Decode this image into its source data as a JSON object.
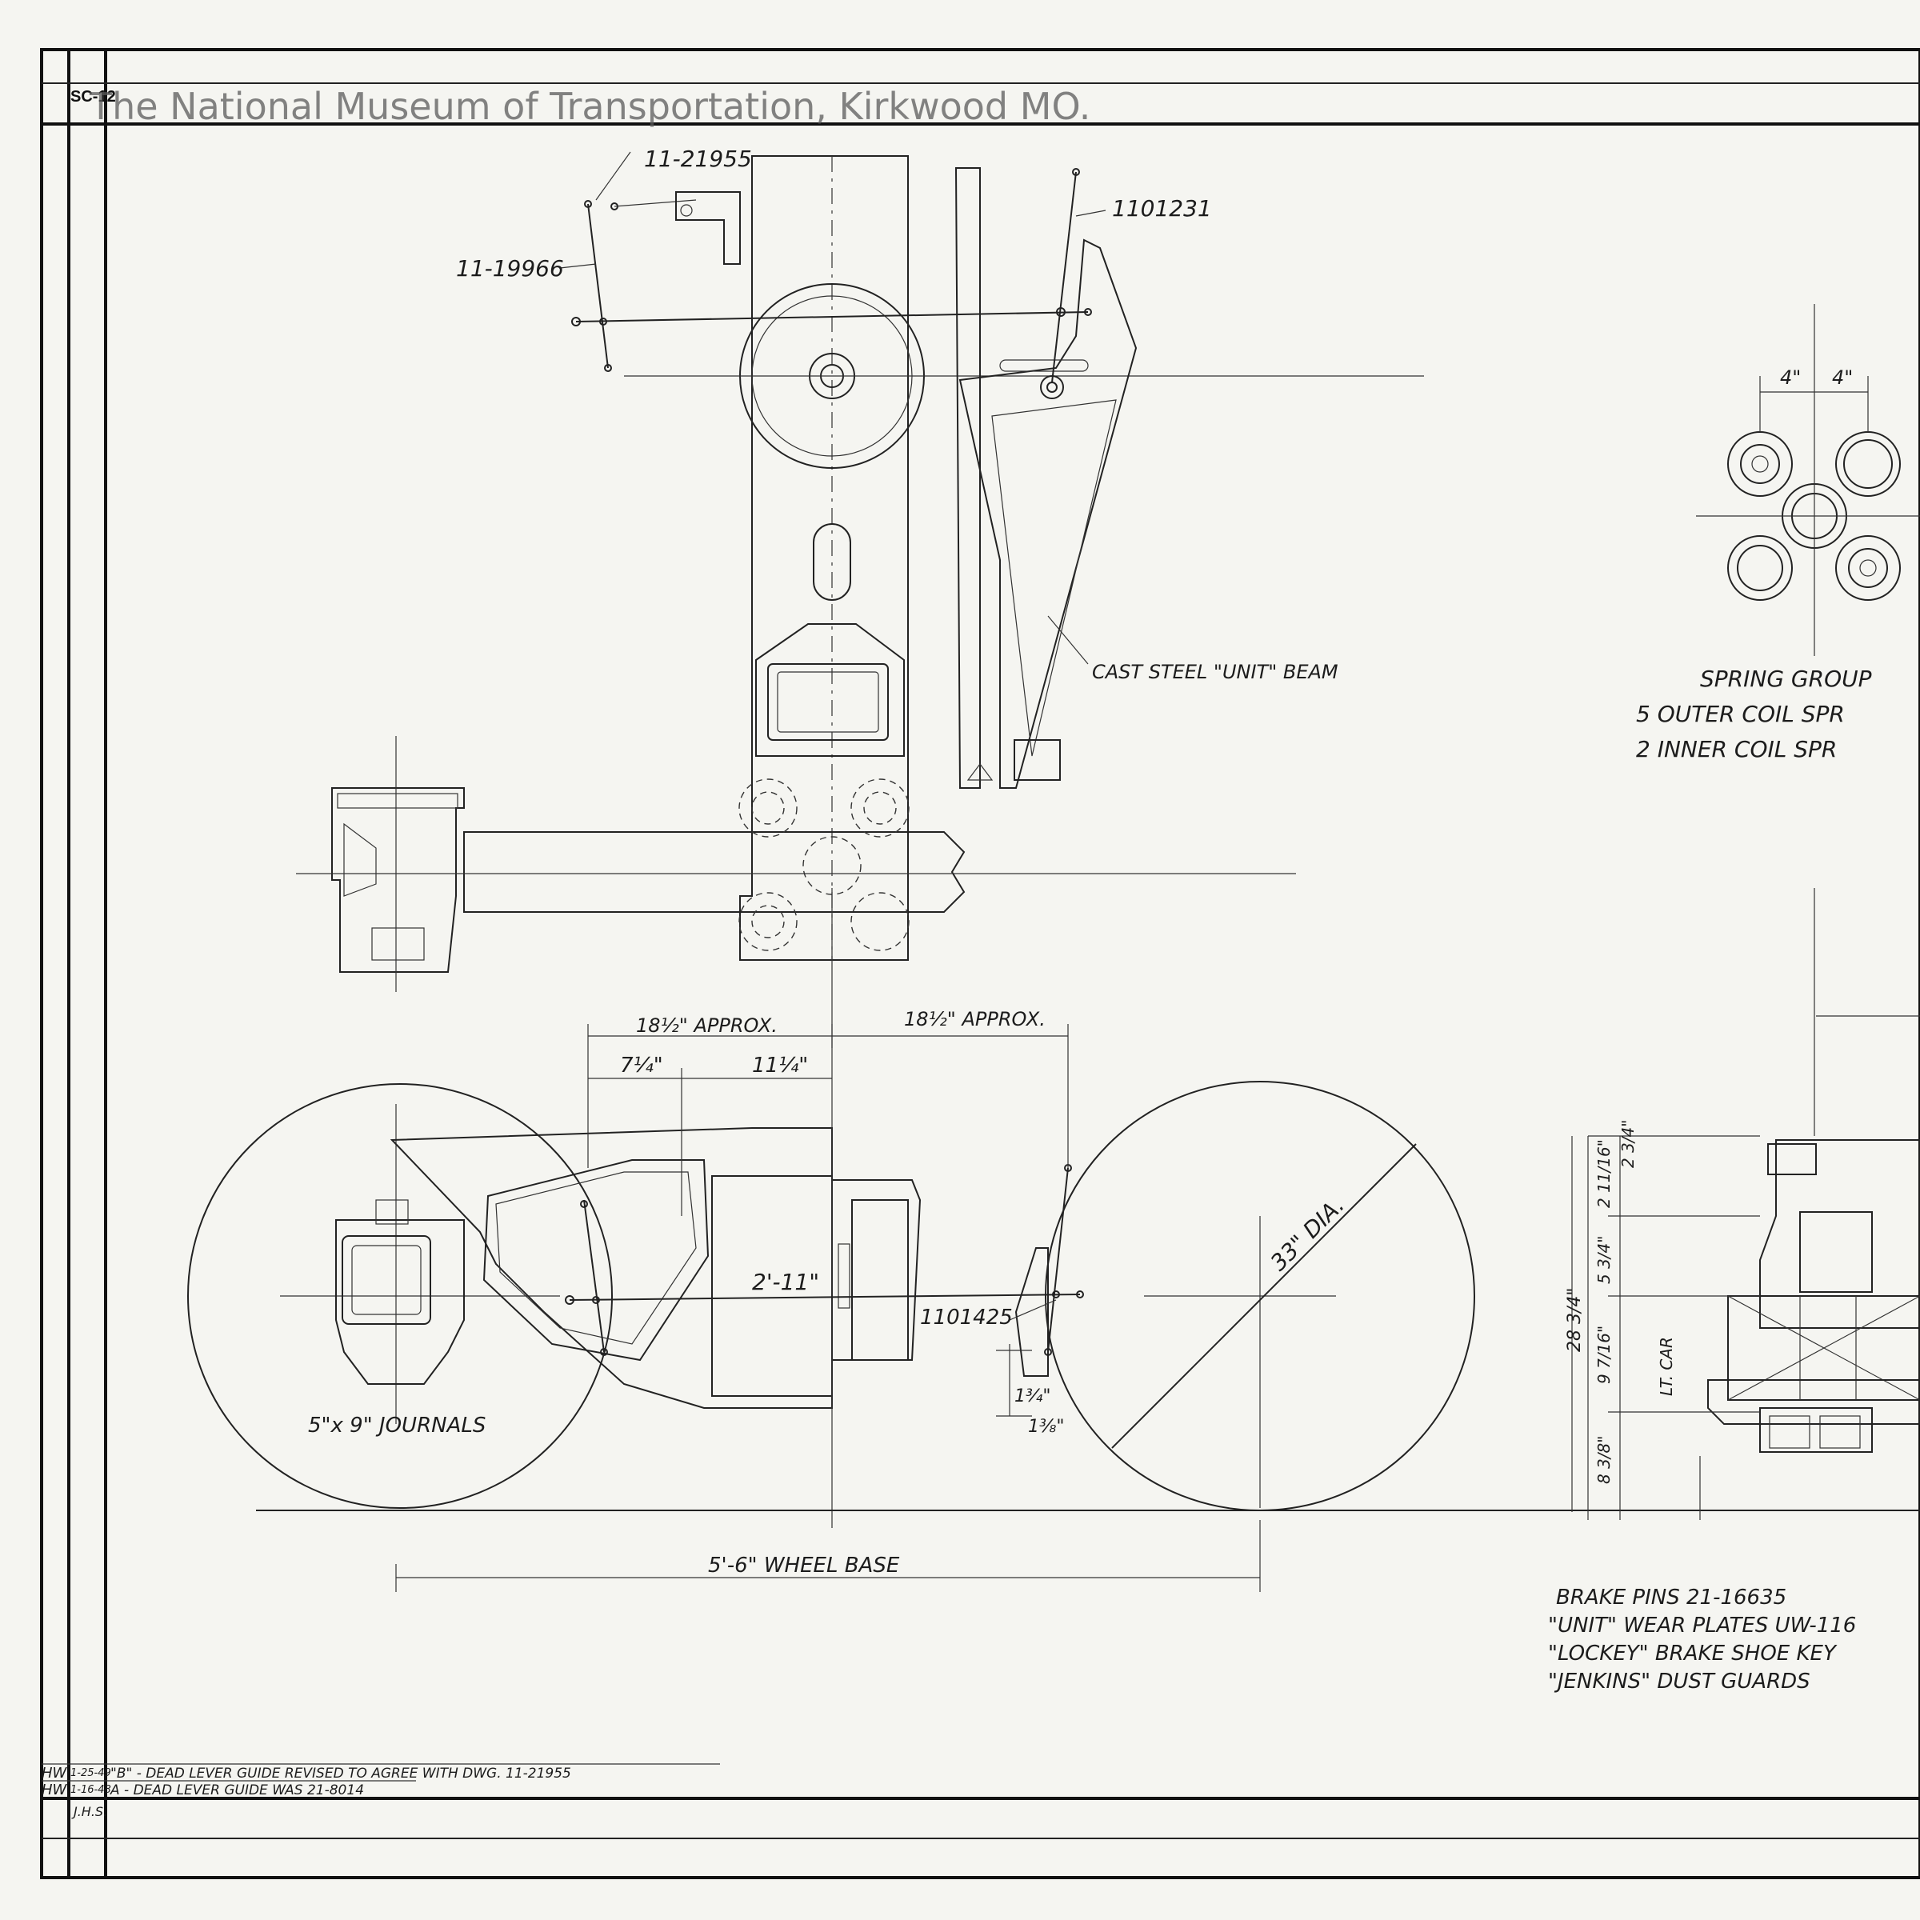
{
  "watermark": "The National Museum of Transportation, Kirkwood MO.",
  "sheet_id": "SC-12",
  "part_labels": {
    "p1": "11-21955",
    "p2": "1101231",
    "p3": "11-19966",
    "beam": "CAST STEEL \"UNIT\" BEAM",
    "p4": "1101425"
  },
  "dimensions": {
    "d_left": "18½\" APPROX.",
    "d_right": "18½\" APPROX.",
    "d_a": "7¼\"",
    "d_b": "11¼\"",
    "d_mid": "2'-11\"",
    "wheel_dia": "33\" DIA.",
    "journals": "5\"x 9\" JOURNALS",
    "wheelbase": "5'-6\" WHEEL BASE",
    "small1": "1¾\"",
    "small2": "1⅜\"",
    "spring_w1": "4\"",
    "spring_w2": "4\"",
    "h1": "2 11/16\"",
    "h2": "2 3/4\"",
    "h3": "5 3/4\"",
    "h4": "28 3/4\"",
    "h5": "9 7/16\"",
    "h6": "8 3/8\"",
    "lt_car": "LT. CAR"
  },
  "spring_group": {
    "title": "SPRING GROUP",
    "line1": "5 OUTER COIL SPR",
    "line2": "2 INNER COIL SPR"
  },
  "notes": {
    "n1": "BRAKE PINS 21-16635",
    "n2": "\"UNIT\" WEAR PLATES UW-116",
    "n3": "\"LOCKEY\" BRAKE SHOE KEY",
    "n4": "\"JENKINS\" DUST GUARDS"
  },
  "revisions": [
    {
      "by": "HW",
      "date": "1-25-49",
      "text": "\"B\" - DEAD LEVER GUIDE REVISED TO AGREE WITH DWG. 11-21955"
    },
    {
      "by": "HW",
      "date": "1-16-48",
      "text": "A - DEAD LEVER GUIDE WAS 21-8014"
    }
  ],
  "checker": "J.H.S."
}
